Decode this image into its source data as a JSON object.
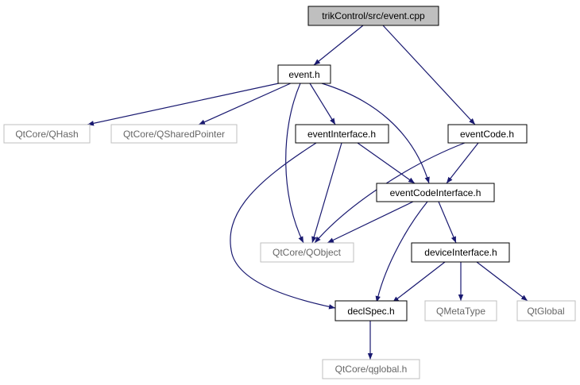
{
  "colors": {
    "edge": "#191970",
    "root_fill": "#bfbfbf",
    "normal_fill": "#ffffff",
    "normal_stroke": "#000000",
    "external_stroke": "#bfbfbf",
    "normal_text": "#000000",
    "external_text": "#666666"
  },
  "nodes": {
    "root": {
      "label": "trikControl/src/event.cpp",
      "kind": "root"
    },
    "event_h": {
      "label": "event.h",
      "kind": "normal"
    },
    "qhash": {
      "label": "QtCore/QHash",
      "kind": "external"
    },
    "qsharedpointer": {
      "label": "QtCore/QSharedPointer",
      "kind": "external"
    },
    "eventinterface_h": {
      "label": "eventInterface.h",
      "kind": "normal"
    },
    "eventcode_h": {
      "label": "eventCode.h",
      "kind": "normal"
    },
    "eventcodeinterface_h": {
      "label": "eventCodeInterface.h",
      "kind": "normal"
    },
    "qobject": {
      "label": "QtCore/QObject",
      "kind": "external"
    },
    "deviceinterface_h": {
      "label": "deviceInterface.h",
      "kind": "normal"
    },
    "declspec_h": {
      "label": "declSpec.h",
      "kind": "normal"
    },
    "qmetatype": {
      "label": "QMetaType",
      "kind": "external"
    },
    "qtglobal": {
      "label": "QtGlobal",
      "kind": "external"
    },
    "qglobal_h": {
      "label": "QtCore/qglobal.h",
      "kind": "external"
    }
  },
  "edges": [
    {
      "from": "root",
      "to": "event_h"
    },
    {
      "from": "root",
      "to": "eventcode_h"
    },
    {
      "from": "event_h",
      "to": "qhash"
    },
    {
      "from": "event_h",
      "to": "qsharedpointer"
    },
    {
      "from": "event_h",
      "to": "eventinterface_h"
    },
    {
      "from": "event_h",
      "to": "eventcodeinterface_h"
    },
    {
      "from": "event_h",
      "to": "qobject"
    },
    {
      "from": "eventinterface_h",
      "to": "eventcodeinterface_h"
    },
    {
      "from": "eventinterface_h",
      "to": "qobject"
    },
    {
      "from": "eventinterface_h",
      "to": "declspec_h"
    },
    {
      "from": "eventcode_h",
      "to": "eventcodeinterface_h"
    },
    {
      "from": "eventcode_h",
      "to": "qobject"
    },
    {
      "from": "eventcodeinterface_h",
      "to": "qobject"
    },
    {
      "from": "eventcodeinterface_h",
      "to": "deviceinterface_h"
    },
    {
      "from": "eventcodeinterface_h",
      "to": "declspec_h"
    },
    {
      "from": "deviceinterface_h",
      "to": "declspec_h"
    },
    {
      "from": "deviceinterface_h",
      "to": "qmetatype"
    },
    {
      "from": "deviceinterface_h",
      "to": "qtglobal"
    },
    {
      "from": "declspec_h",
      "to": "qglobal_h"
    }
  ]
}
